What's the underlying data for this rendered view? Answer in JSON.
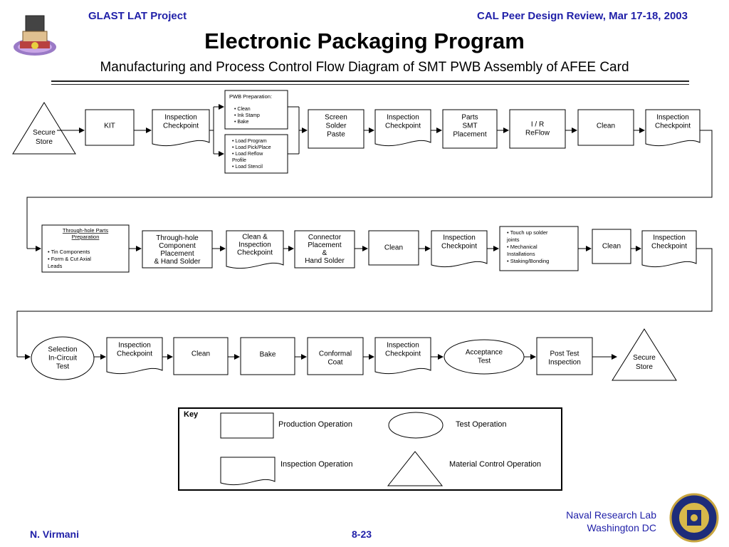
{
  "header": {
    "left": "GLAST LAT Project",
    "right": "CAL Peer Design Review, Mar 17-18, 2003"
  },
  "title": "Electronic Packaging Program",
  "subtitle": "Manufacturing and Process Control Flow Diagram of SMT PWB Assembly of AFEE Card",
  "diagram": {
    "row1": {
      "secure_store": [
        "Secure",
        "Store"
      ],
      "kit": [
        "KIT"
      ],
      "inspection_1": [
        "Inspection",
        "Checkpoint"
      ],
      "pwb_prep_title": "PWB Preparation:",
      "pwb_prep_items": [
        "• Clean",
        "• Ink Stamp",
        "• Bake"
      ],
      "load_items": [
        "• Load Program",
        "• Load Pick/Place",
        "• Load Reflow",
        "   Profile",
        "• Load Stencil"
      ],
      "screen_solder": [
        "Screen",
        "Solder",
        "Paste"
      ],
      "inspection_2": [
        "Inspection",
        "Checkpoint"
      ],
      "parts_smt": [
        "Parts",
        "SMT",
        "Placement"
      ],
      "ir_reflow": [
        "I / R",
        "ReFlow"
      ],
      "clean": [
        "Clean"
      ],
      "inspection_3": [
        "Inspection",
        "Checkpoint"
      ]
    },
    "row2": {
      "th_title": [
        "Through-hole Parts",
        "Preparation"
      ],
      "th_items": [
        "•  Tin Components",
        "•  Form & Cut Axial",
        "      Leads"
      ],
      "th_place": [
        "Through-hole",
        "Component",
        "Placement",
        "& Hand Solder"
      ],
      "clean_inspect": [
        "Clean &",
        "Inspection",
        "Checkpoint"
      ],
      "connector": [
        "Connector",
        "Placement",
        "&",
        "Hand Solder"
      ],
      "clean_1": [
        "Clean"
      ],
      "inspection_4": [
        "Inspection",
        "Checkpoint"
      ],
      "touchup_items": [
        "•  Touch up solder",
        "    joints",
        "•  Mechanical",
        "    Installations",
        "•  Staking/Bonding"
      ],
      "clean_2": [
        "Clean"
      ],
      "inspection_5": [
        "Inspection",
        "Checkpoint"
      ]
    },
    "row3": {
      "selection_test": [
        "Selection",
        "In-Circuit",
        "Test"
      ],
      "inspection_6": [
        "Inspection",
        "Checkpoint"
      ],
      "clean": [
        "Clean"
      ],
      "bake": [
        "Bake"
      ],
      "conformal": [
        "Conformal",
        "Coat"
      ],
      "inspection_7": [
        "Inspection",
        "Checkpoint"
      ],
      "acceptance": [
        "Acceptance",
        "Test"
      ],
      "post_test": [
        "Post Test",
        "Inspection"
      ],
      "secure_store": [
        "Secure",
        "Store"
      ]
    },
    "key": {
      "title": "Key",
      "production": "Production Operation",
      "test": "Test Operation",
      "inspection": "Inspection Operation",
      "material": "Material Control Operation"
    }
  },
  "footer": {
    "author": "N. Virmani",
    "page": "8-23",
    "org_line1": "Naval Research Lab",
    "org_line2": "Washington DC"
  },
  "colors": {
    "header_text": "#1f1fa8",
    "lines": "#000000"
  }
}
